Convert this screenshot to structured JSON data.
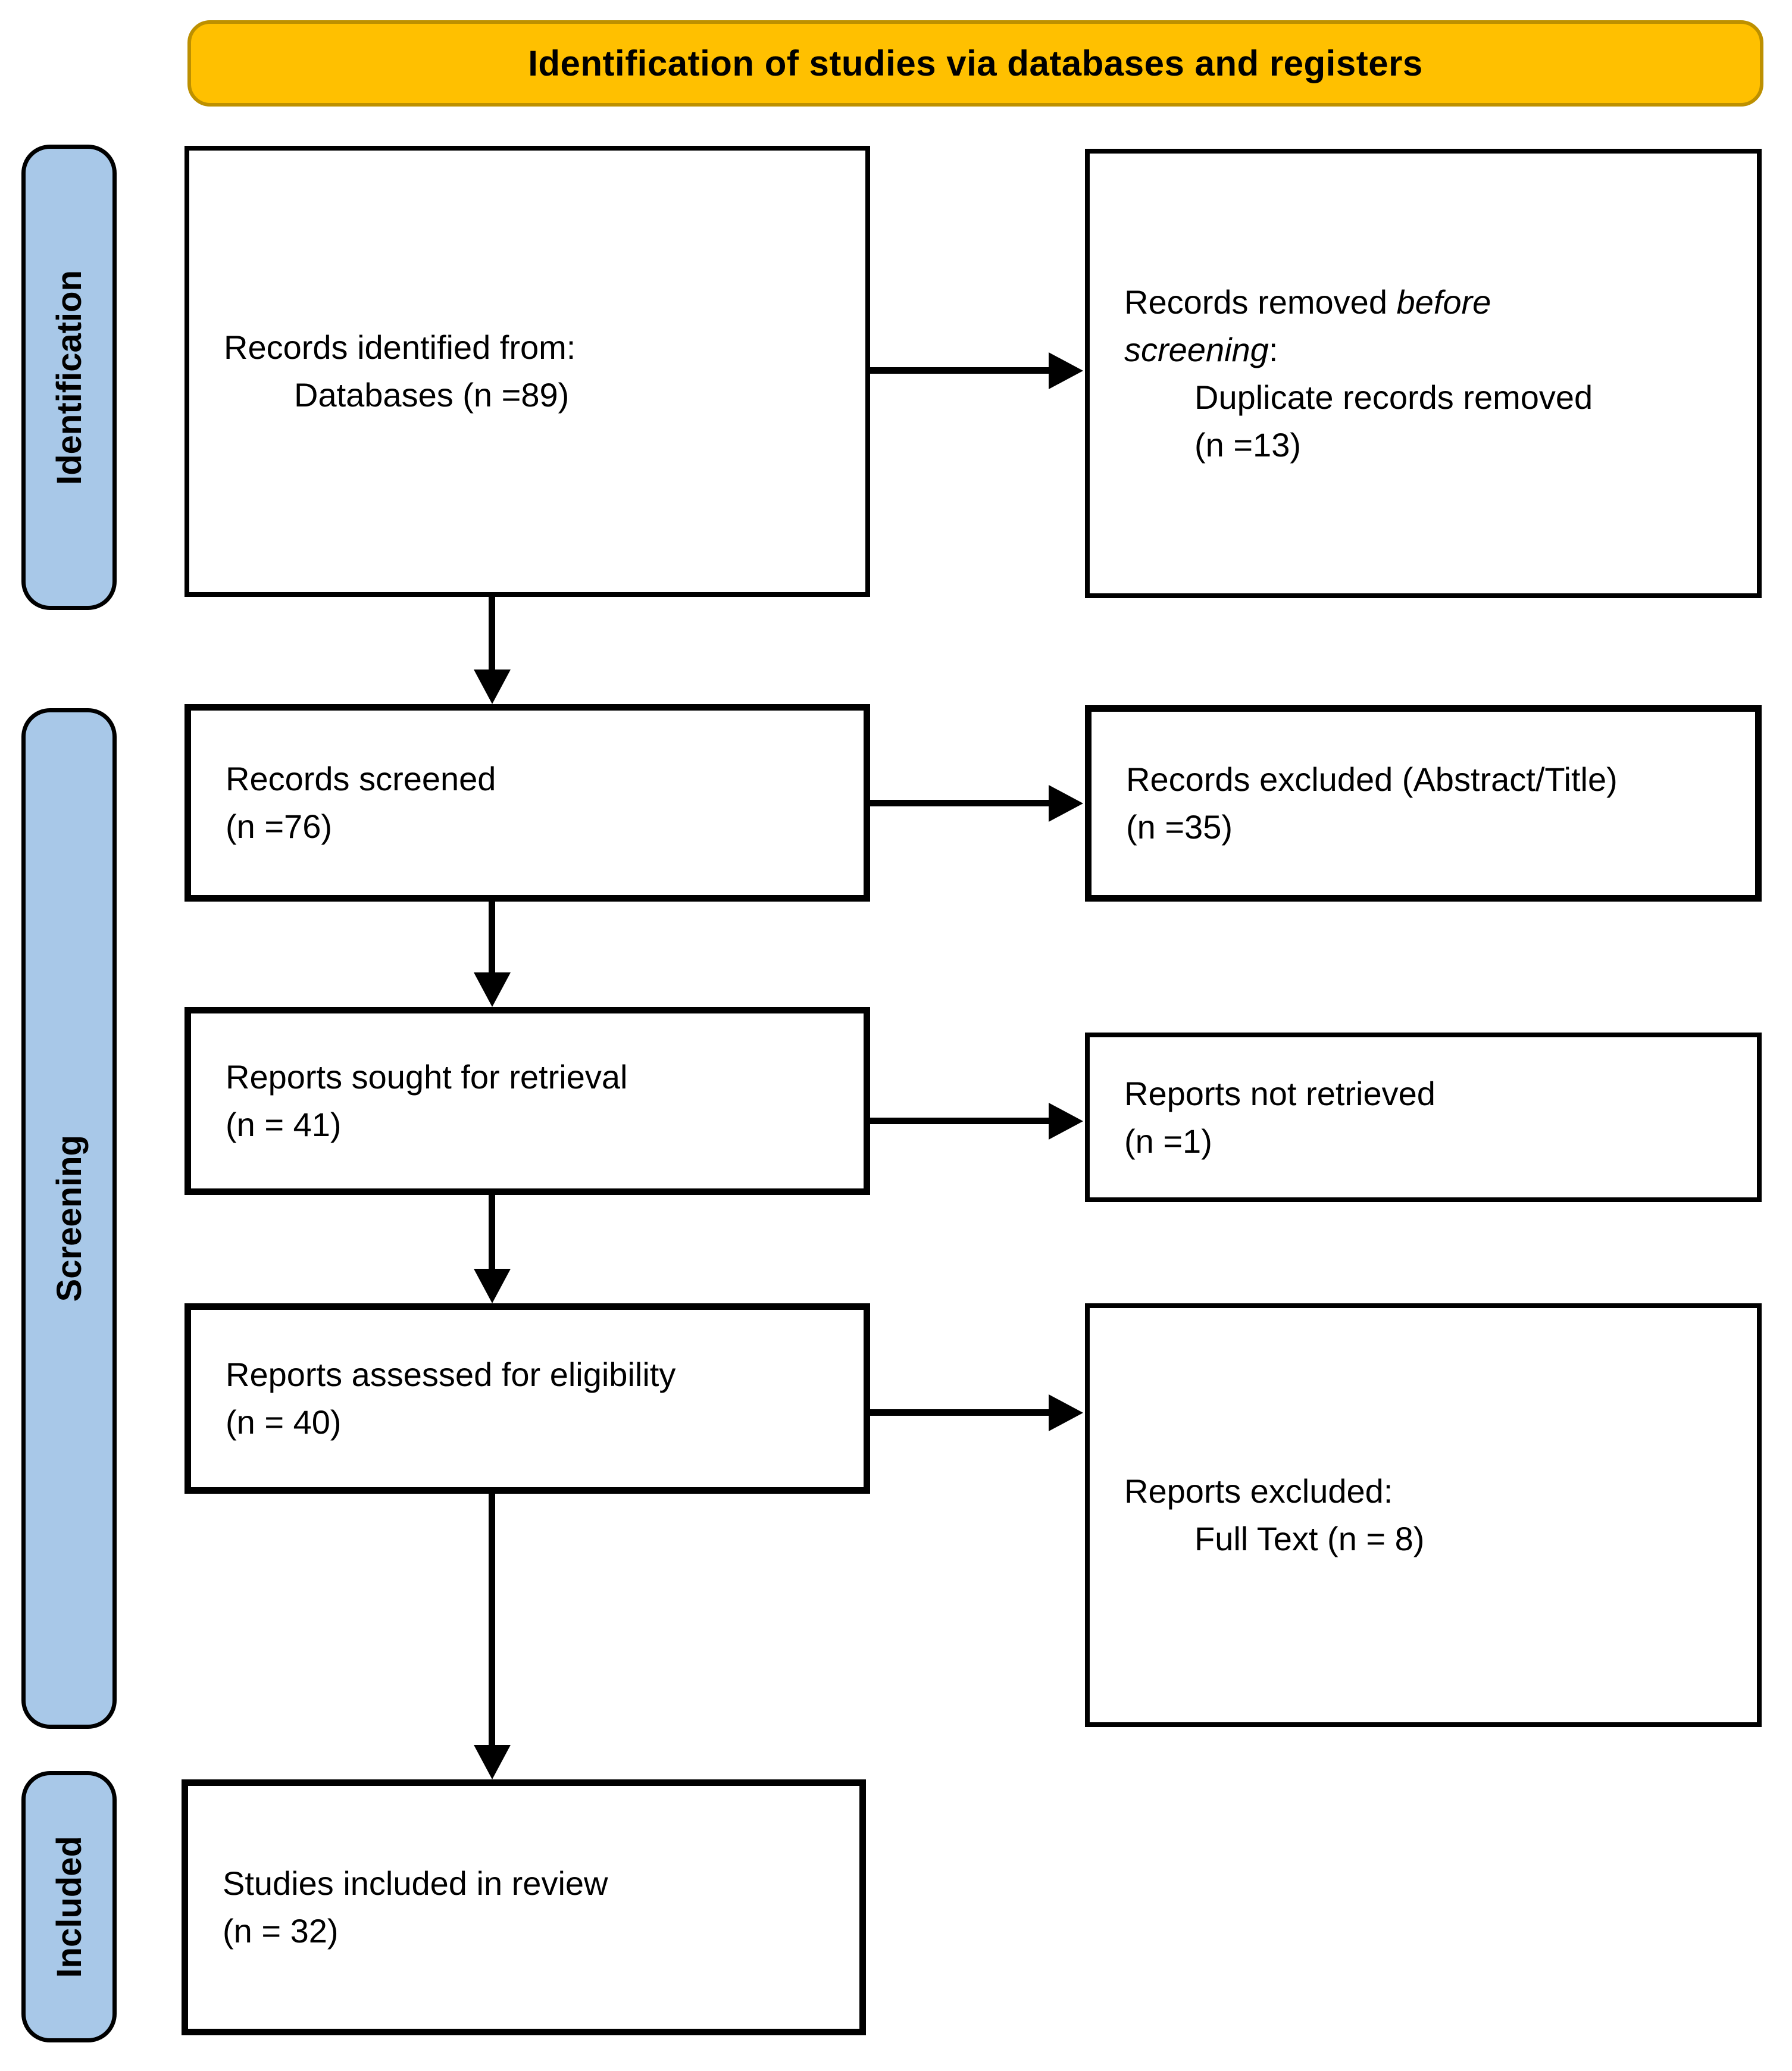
{
  "banner": {
    "title": "Identification of studies via databases and registers"
  },
  "colors": {
    "banner_bg": "#FFC000",
    "banner_border": "#BD9000",
    "stage_bg": "#A8C8E8",
    "line": "#000000"
  },
  "stages": [
    {
      "label": "Identification"
    },
    {
      "label": "Screening"
    },
    {
      "label": "Included"
    }
  ],
  "boxes": {
    "identified": {
      "line1": "Records identified from:",
      "line2": "Databases (n =89)"
    },
    "removed": {
      "line1_normal": "Records removed ",
      "line1_italic": "before",
      "line2_italic": "screening",
      "line2_normal": ":",
      "line3": "Duplicate records removed",
      "line4": "(n =13)"
    },
    "screened": {
      "line1": "Records screened",
      "line2": "(n =76)"
    },
    "excluded_title": {
      "line1": "Records excluded (Abstract/Title)",
      "line2": "(n =35)"
    },
    "sought": {
      "line1": "Reports sought for retrieval",
      "line2": "(n = 41)"
    },
    "not_retrieved": {
      "line1": "Reports not retrieved",
      "line2": "(n =1)"
    },
    "assessed": {
      "line1": "Reports assessed for eligibility",
      "line2": "(n = 40)"
    },
    "excluded_full": {
      "line1": "Reports excluded:",
      "line2": "Full Text (n = 8)"
    },
    "included": {
      "line1": "Studies included in review",
      "line2": "(n = 32)"
    }
  }
}
